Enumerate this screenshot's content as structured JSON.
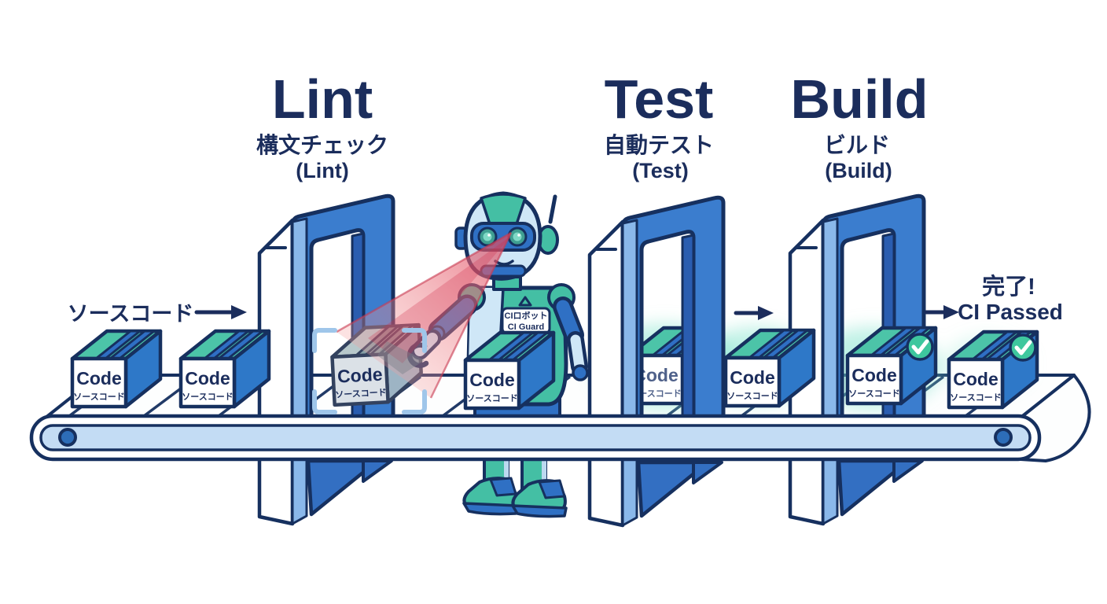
{
  "stages": [
    {
      "name": "Lint",
      "label_jp": "構文チェック",
      "label_en": "(Lint)"
    },
    {
      "name": "Test",
      "label_jp": "自動テスト",
      "label_en": "(Test)"
    },
    {
      "name": "Build",
      "label_jp": "ビルド",
      "label_en": "(Build)"
    }
  ],
  "conveyor": {
    "input_label": "ソースコード"
  },
  "result": {
    "label_jp": "完了!",
    "label_en": "CI Passed"
  },
  "robot": {
    "badge_line1": "CIロボット",
    "badge_line2": "CI Guard"
  },
  "code_box": {
    "label": "Code",
    "sublabel": "ソースコード"
  },
  "colors": {
    "outline_navy": "#16305f",
    "text_navy": "#1b2d5c",
    "gate_blue": "#3b7dce",
    "gate_highlight": "#8ab8ea",
    "box_top_teal": "#4cc4a8",
    "box_side_blue": "#2e78c8",
    "belt_blue": "#c3dcf4",
    "robot_teal": "#44bfa4",
    "robot_lightblue": "#cfe7f7",
    "laser_red": "#e8565e",
    "check_green": "#3ec79e",
    "glow_teal": "#7fe3cb"
  }
}
